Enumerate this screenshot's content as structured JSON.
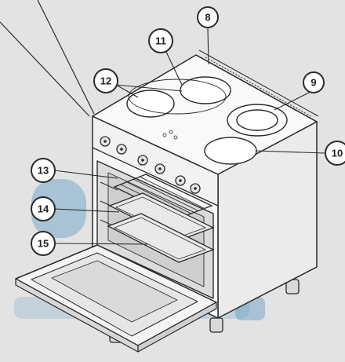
{
  "colors": {
    "background": "#e3e3e3",
    "stroke": "#2b2b2b",
    "body_fill": "#f6f6f6",
    "side_fill": "#ebebeb",
    "hob_fill": "#f9f9f9",
    "zone_fill": "#ffffff",
    "watermark": "#5f9bc4",
    "label_fill": "#ffffff"
  },
  "callouts": {
    "c8": "8",
    "c9": "9",
    "c10": "10",
    "c11": "11",
    "c12": "12",
    "c13": "13",
    "c14": "14",
    "c15": "15"
  }
}
